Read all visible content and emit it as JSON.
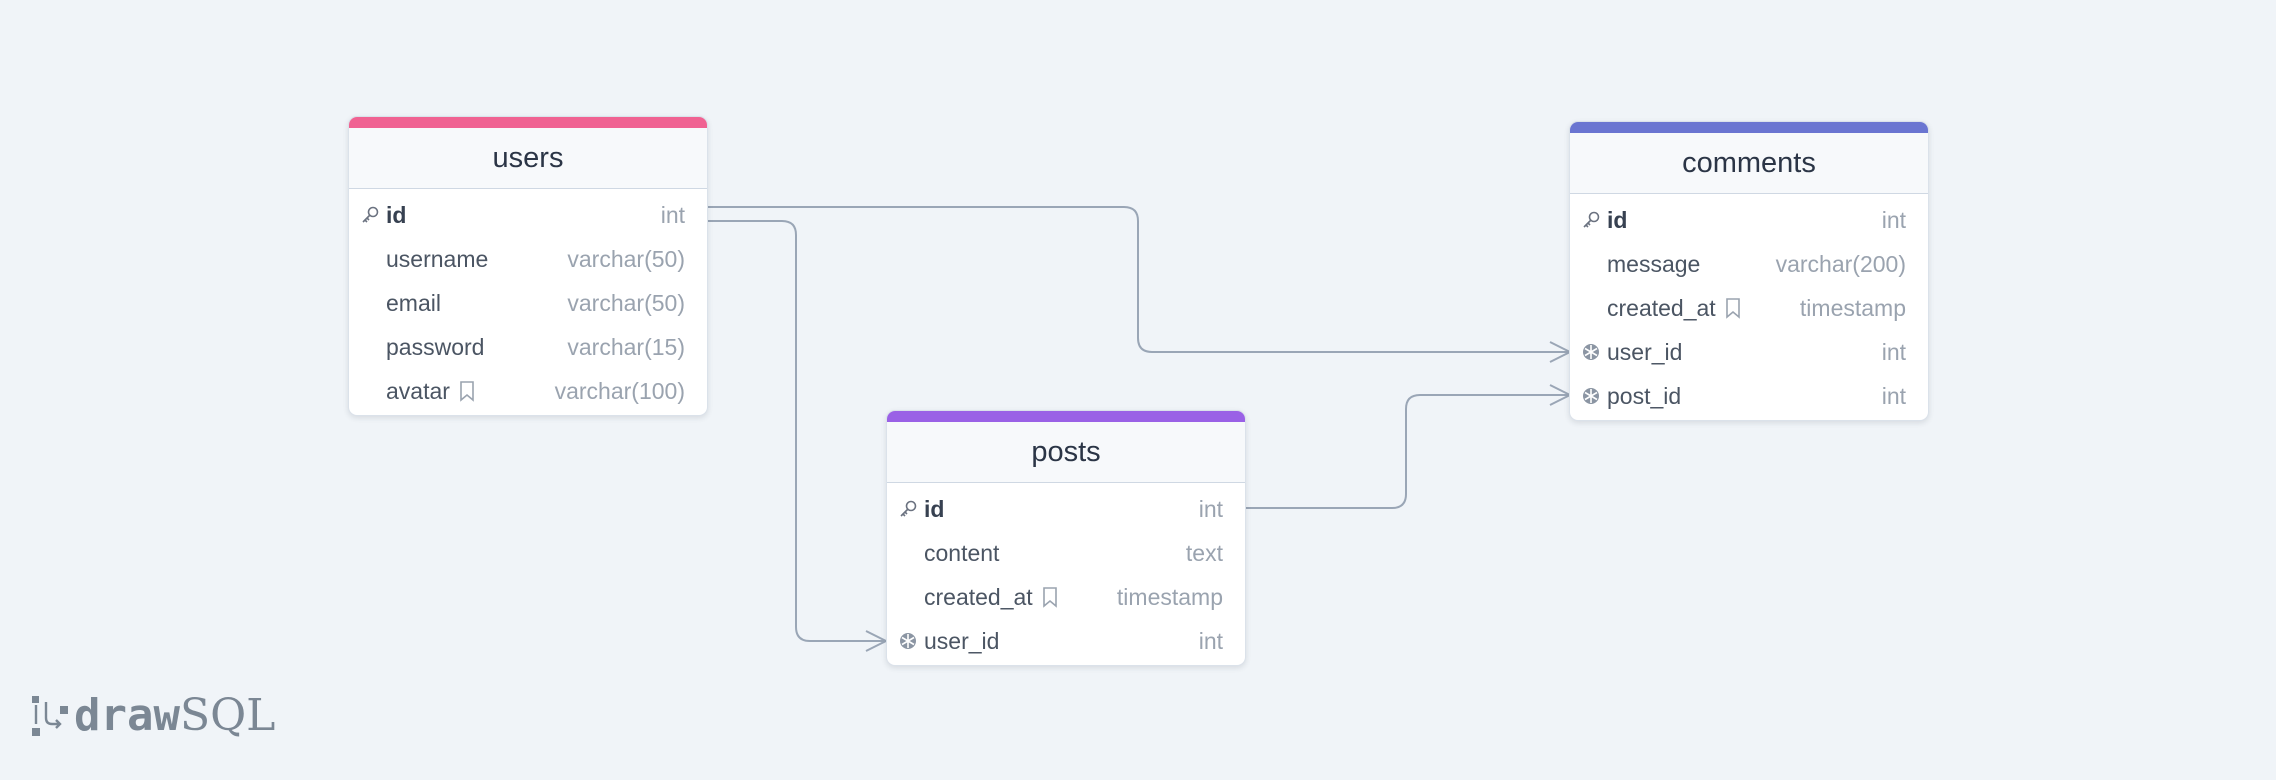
{
  "tables": {
    "users": {
      "name": "users",
      "color": "#f06292",
      "columns": [
        {
          "name": "id",
          "type": "int",
          "key": "primary"
        },
        {
          "name": "username",
          "type": "varchar(50)"
        },
        {
          "name": "email",
          "type": "varchar(50)"
        },
        {
          "name": "password",
          "type": "varchar(15)"
        },
        {
          "name": "avatar",
          "type": "varchar(100)",
          "note": true
        }
      ]
    },
    "comments": {
      "name": "comments",
      "color": "#6a75d1",
      "columns": [
        {
          "name": "id",
          "type": "int",
          "key": "primary"
        },
        {
          "name": "message",
          "type": "varchar(200)"
        },
        {
          "name": "created_at",
          "type": "timestamp",
          "note": true
        },
        {
          "name": "user_id",
          "type": "int",
          "key": "foreign"
        },
        {
          "name": "post_id",
          "type": "int",
          "key": "foreign"
        }
      ]
    },
    "posts": {
      "name": "posts",
      "color": "#9a61e6",
      "columns": [
        {
          "name": "id",
          "type": "int",
          "key": "primary"
        },
        {
          "name": "content",
          "type": "text"
        },
        {
          "name": "created_at",
          "type": "timestamp",
          "note": true
        },
        {
          "name": "user_id",
          "type": "int",
          "key": "foreign"
        }
      ]
    }
  },
  "relations": [
    {
      "from": "users.id",
      "to": "comments.user_id",
      "cardinality": "one-to-many"
    },
    {
      "from": "users.id",
      "to": "posts.user_id",
      "cardinality": "one-to-many"
    },
    {
      "from": "posts.id",
      "to": "comments.post_id",
      "cardinality": "one-to-many"
    }
  ],
  "colors": {
    "connector": "#9aa6b6",
    "background": "#f0f4f8"
  },
  "logo": {
    "part1": "draw",
    "part2": "SQL"
  }
}
